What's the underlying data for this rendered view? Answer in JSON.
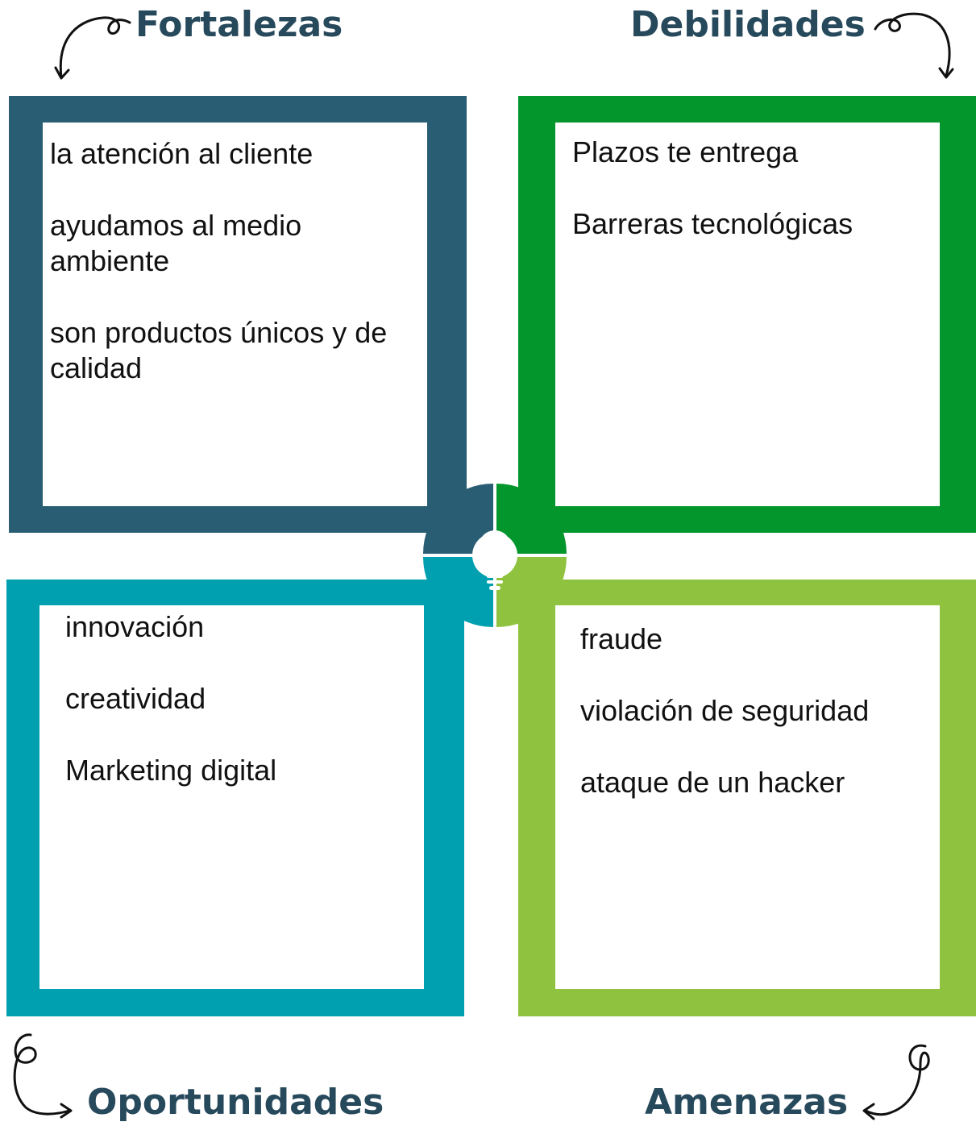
{
  "quadrants": {
    "fortalezas": {
      "title": "Fortalezas",
      "color": "#285d73",
      "items": [
        "la atención al cliente",
        "ayudamos al medio ambiente",
        "son productos únicos y de calidad"
      ]
    },
    "debilidades": {
      "title": "Debilidades",
      "color": "#02962d",
      "items": [
        "Plazos te entrega",
        "Barreras tecnológicas"
      ]
    },
    "oportunidades": {
      "title": "Oportunidades",
      "color": "#00a0b0",
      "items": [
        "innovación",
        "creatividad",
        "Marketing digital"
      ]
    },
    "amenazas": {
      "title": "Amenazas",
      "color": "#8fc33f",
      "items": [
        "fraude",
        "violación de seguridad",
        "ataque de un hacker"
      ]
    }
  },
  "heading_color": "#27495c",
  "center_icon": "lightbulb-icon",
  "arrow_icon": "curly-arrow-icon"
}
